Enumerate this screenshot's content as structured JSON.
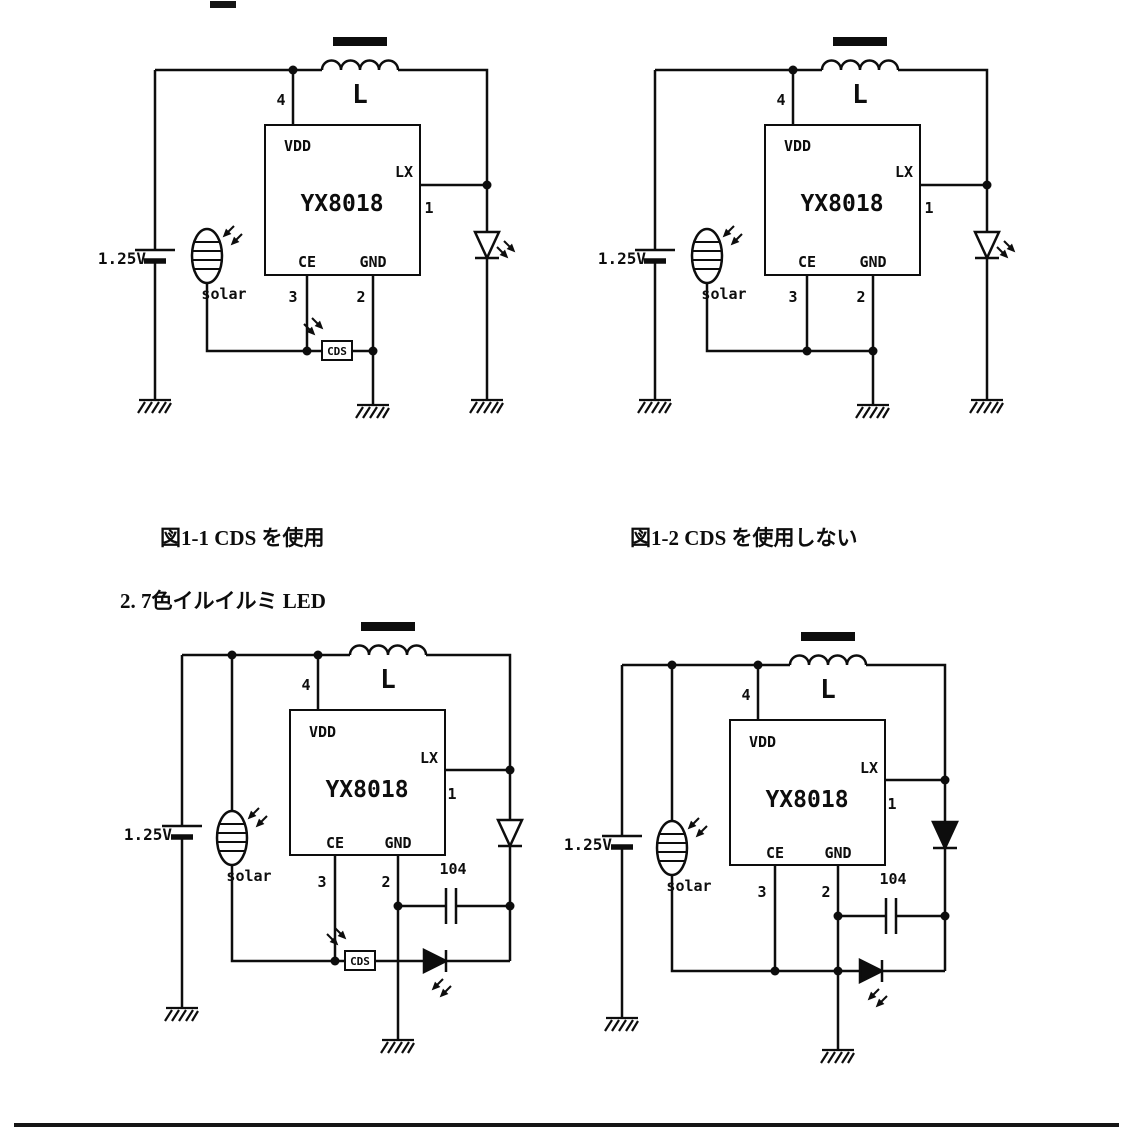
{
  "captions": {
    "fig1_1": "図1-1  CDS を使用",
    "fig1_2": "図1-2  CDS を使用しない",
    "section2": "2. 7色イルイルミ LED"
  },
  "labels": {
    "ic_name": "YX8018",
    "pin_vdd": "VDD",
    "pin_lx": "LX",
    "pin_ce": "CE",
    "pin_gnd": "GND",
    "pin_num_1": "1",
    "pin_num_2": "2",
    "pin_num_3": "3",
    "pin_num_4": "4",
    "inductor": "L",
    "battery_voltage": "1.25V",
    "solar_cell": "solar",
    "cds": "CDS",
    "capacitor": "104"
  },
  "colors": {
    "ink": "#0d0d0d",
    "paper": "#ffffff"
  }
}
